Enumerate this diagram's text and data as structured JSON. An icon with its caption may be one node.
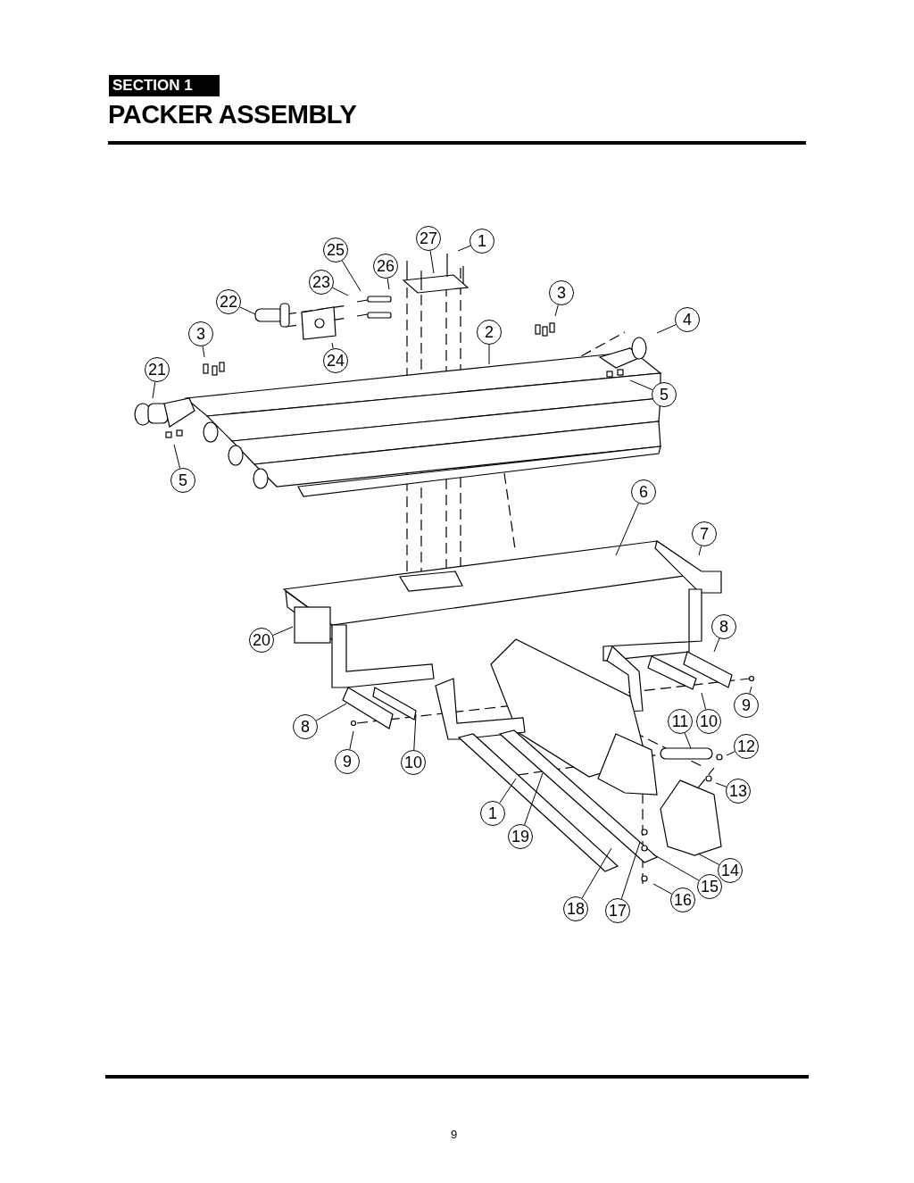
{
  "diagram": {
    "title": "PACKER ASSEMBLY",
    "nodes": [
      {
        "text": [
          "27"
        ]
      },
      {
        "text": [
          "1"
        ]
      },
      {
        "text": [
          "25"
        ]
      },
      {
        "text": [
          "26"
        ]
      },
      {
        "text": [
          "23"
        ]
      },
      {
        "text": [
          "22"
        ]
      },
      {
        "text": [
          "3"
        ]
      },
      {
        "text": [
          "3"
        ]
      },
      {
        "text": [
          "2"
        ]
      },
      {
        "text": [
          "4"
        ]
      },
      {
        "text": [
          "24"
        ]
      },
      {
        "text": [
          "21"
        ]
      },
      {
        "text": [
          "5"
        ]
      },
      {
        "text": [
          "5"
        ]
      },
      {
        "text": [
          "6"
        ]
      },
      {
        "text": [
          "7"
        ]
      },
      {
        "text": [
          "20"
        ]
      },
      {
        "text": [
          "8"
        ]
      },
      {
        "text": [
          "8"
        ]
      },
      {
        "text": [
          "9"
        ]
      },
      {
        "text": [
          "9"
        ]
      },
      {
        "text": [
          "10"
        ]
      },
      {
        "text": [
          "11"
        ]
      },
      {
        "text": [
          "10"
        ]
      },
      {
        "text": [
          "12"
        ]
      },
      {
        "text": [
          "13"
        ]
      },
      {
        "text": [
          "1"
        ]
      },
      {
        "text": [
          "19"
        ]
      },
      {
        "text": [
          "14"
        ]
      },
      {
        "text": [
          "15"
        ]
      },
      {
        "text": [
          "18"
        ]
      },
      {
        "text": [
          "17"
        ]
      },
      {
        "text": [
          "16"
        ]
      }
    ],
    "edges": [
      {
        "from": 0,
        "to": null,
        "arrow": "none"
      },
      {
        "from": 1,
        "to": null,
        "arrow": "none"
      },
      {
        "from": 2,
        "to": null,
        "arrow": "none"
      },
      {
        "from": 3,
        "to": null,
        "arrow": "none"
      },
      {
        "from": 4,
        "to": null,
        "arrow": "none"
      },
      {
        "from": 5,
        "to": null,
        "arrow": "none"
      },
      {
        "from": 6,
        "to": null,
        "arrow": "none"
      },
      {
        "from": 7,
        "to": null,
        "arrow": "none"
      },
      {
        "from": 8,
        "to": null,
        "arrow": "none"
      },
      {
        "from": 9,
        "to": null,
        "arrow": "none"
      },
      {
        "from": 10,
        "to": null,
        "arrow": "none"
      },
      {
        "from": 11,
        "to": null,
        "arrow": "none"
      },
      {
        "from": 12,
        "to": null,
        "arrow": "none"
      },
      {
        "from": 13,
        "to": null,
        "arrow": "none"
      },
      {
        "from": 14,
        "to": null,
        "arrow": "none"
      },
      {
        "from": 15,
        "to": null,
        "arrow": "none"
      },
      {
        "from": 16,
        "to": null,
        "arrow": "none"
      },
      {
        "from": 17,
        "to": null,
        "arrow": "none"
      },
      {
        "from": 18,
        "to": null,
        "arrow": "none"
      },
      {
        "from": 19,
        "to": null,
        "arrow": "none"
      },
      {
        "from": 20,
        "to": null,
        "arrow": "none"
      },
      {
        "from": 21,
        "to": null,
        "arrow": "none"
      },
      {
        "from": 22,
        "to": null,
        "arrow": "none"
      },
      {
        "from": 23,
        "to": null,
        "arrow": "none"
      },
      {
        "from": 24,
        "to": null,
        "arrow": "none"
      },
      {
        "from": 25,
        "to": null,
        "arrow": "none"
      },
      {
        "from": 26,
        "to": null,
        "arrow": "none"
      },
      {
        "from": 27,
        "to": null,
        "arrow": "none"
      },
      {
        "from": 28,
        "to": null,
        "arrow": "none"
      },
      {
        "from": 29,
        "to": null,
        "arrow": "none"
      },
      {
        "from": 30,
        "to": null,
        "arrow": "none"
      },
      {
        "from": 31,
        "to": null,
        "arrow": "none"
      },
      {
        "from": 32,
        "to": null,
        "arrow": "none"
      }
    ],
    "labels": [
      "SECTION 1",
      "9"
    ]
  }
}
